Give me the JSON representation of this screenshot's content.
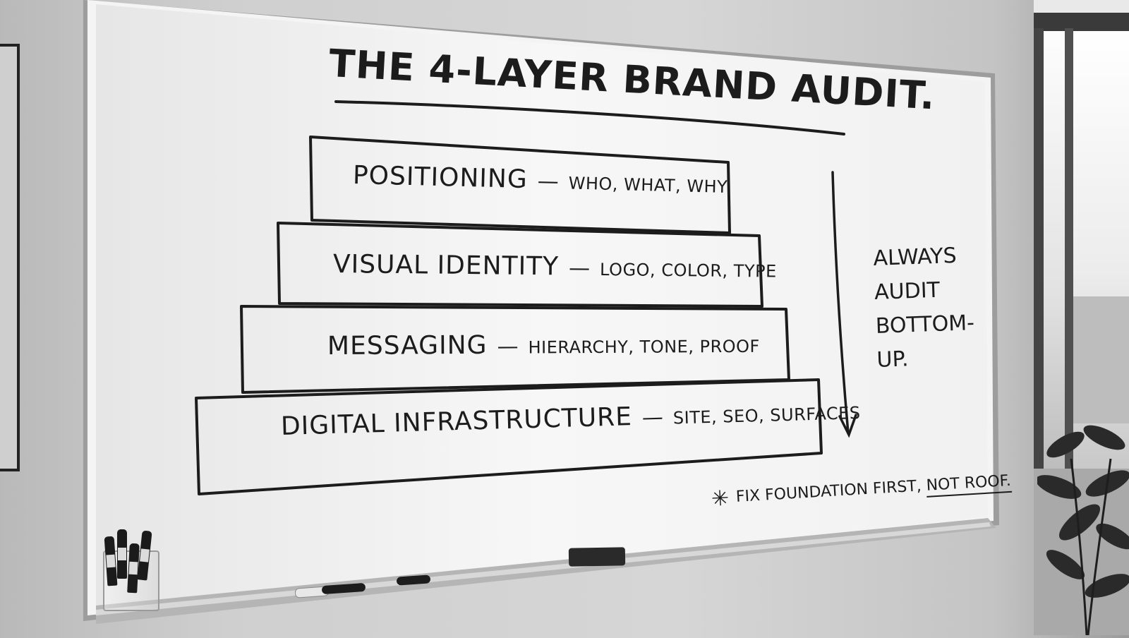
{
  "board": {
    "title": "The 4-Layer Brand Audit.",
    "layers": [
      {
        "name": "Positioning",
        "detail": "who, what, why"
      },
      {
        "name": "Visual Identity",
        "detail": "logo, color, type"
      },
      {
        "name": "Messaging",
        "detail": "hierarchy, tone, proof"
      },
      {
        "name": "Digital Infrastructure",
        "detail": "site, SEO, surfaces"
      }
    ],
    "dash": "—",
    "side_note": [
      "Always",
      "audit",
      "bottom-up."
    ],
    "footer_note": {
      "asterisk": "✳",
      "text": "Fix foundation first,",
      "underlined": "not roof."
    }
  }
}
